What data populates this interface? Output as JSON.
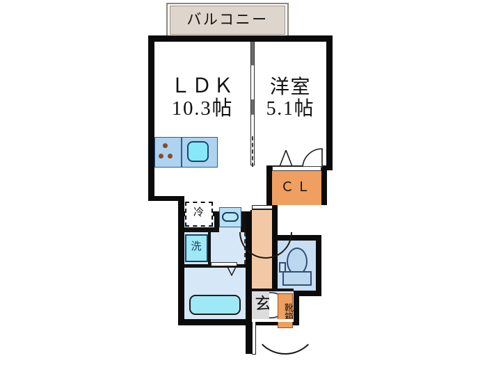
{
  "plan": {
    "type": "japanese-floor-plan",
    "layout_code": "1LDK",
    "rooms": [
      {
        "id": "balcony",
        "name_ja": "バルコニー",
        "label": "バルコニー",
        "size": "",
        "fill": "#ded6cc"
      },
      {
        "id": "ldk",
        "name_ja": "LDK",
        "label": "ＬＤＫ",
        "size": "10.3帖",
        "area_jo": 10.3,
        "fill": "#ffffff"
      },
      {
        "id": "washitsu",
        "name_ja": "洋室",
        "label": "洋室",
        "size": "5.1帖",
        "area_jo": 5.1,
        "fill": "#ffffff"
      },
      {
        "id": "closet",
        "name_ja": "CL",
        "label": "ＣＬ",
        "size": "",
        "fill": "#ef9f5f"
      },
      {
        "id": "bath",
        "name_ja": "浴室",
        "label": "",
        "size": "",
        "fill": "#d6e8f7"
      },
      {
        "id": "washroom",
        "name_ja": "洗面脱衣室",
        "label": "",
        "size": "",
        "fill": "#d6e8f7"
      },
      {
        "id": "toilet",
        "name_ja": "トイレ",
        "label": "",
        "size": "",
        "fill": "#c8def5"
      },
      {
        "id": "hall",
        "name_ja": "廊下",
        "label": "",
        "size": "",
        "fill": "#f3c9a5"
      },
      {
        "id": "genkan",
        "name_ja": "玄関",
        "label": "玄",
        "size": "",
        "fill": "#dcdcdc"
      }
    ],
    "fixtures": {
      "refrigerator": {
        "label": "冷",
        "name_ja": "冷蔵庫置場"
      },
      "washer": {
        "label": "洗",
        "name_ja": "洗濯機置場"
      },
      "shoebox": {
        "label": "靴箱",
        "name_ja": "靴箱"
      },
      "genkan_mark": {
        "label": "玄",
        "name_ja": "玄関"
      },
      "kitchen": {
        "name_ja": "キッチン",
        "burners": 3
      },
      "washbasin": {
        "name_ja": "洗面台"
      },
      "bathtub": {
        "name_ja": "浴槽"
      },
      "toilet_unit": {
        "name_ja": "便器"
      }
    },
    "colors": {
      "wall": "#0b0b0b",
      "balcony": "#ded6cc",
      "closet_orange": "#ef9f5f",
      "hall_tan": "#f3c9a5",
      "water_blue": "#d6e8f7",
      "tub_cyan": "#9fe8f5",
      "kitchen_blue": "#aed2f0",
      "genkan_gray": "#dcdcdc",
      "burner_brown": "#8a4b22"
    }
  }
}
